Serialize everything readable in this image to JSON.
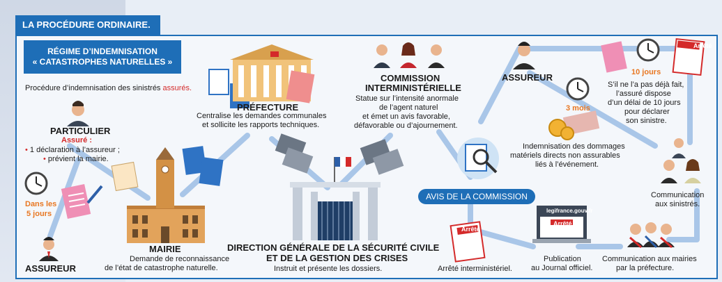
{
  "header": {
    "title": "LA PROCÉDURE ORDINAIRE."
  },
  "regime": {
    "line1": "RÉGIME D’INDEMNISATION",
    "line2": "« CATASTROPHES NATURELLES »"
  },
  "intro": {
    "text": "Procédure d’indemnisation des sinistrés",
    "highlight": "assurés."
  },
  "particulier": {
    "title": "PARTICULIER",
    "assure": "Assuré :",
    "item1": "1 déclaration à l’assureur ;",
    "item2": "prévient la mairie."
  },
  "delai1": {
    "line1": "Dans les",
    "line2": "5 jours"
  },
  "assureur_left": {
    "title": "ASSUREUR"
  },
  "mairie": {
    "title": "MAIRIE",
    "line1": "Demande de reconnaissance",
    "line2": "de l’état de catastrophe naturelle."
  },
  "prefecture": {
    "title": "PRÉFECTURE",
    "line1": "Centralise les demandes communales",
    "line2": "et sollicite les rapports techniques."
  },
  "direction": {
    "line1": "DIRECTION GÉNÉRALE DE LA SÉCURITÉ CIVILE",
    "line2": "ET DE LA GESTION DES CRISES",
    "line3": "Instruit et présente les dossiers."
  },
  "commission": {
    "title1": "COMMISSION",
    "title2": "INTERMINISTÉRIELLE",
    "line1": "Statue sur l’intensité anormale",
    "line2": "de l’agent naturel",
    "line3": "et émet un avis favorable,",
    "line4": "défavorable ou d’ajournement."
  },
  "avis": {
    "label": "AVIS DE LA COMMISSION"
  },
  "arrete_inter": {
    "label": "Arrêté interministériel."
  },
  "arrete_tag": "Arrêté",
  "publication": {
    "line1": "Publication",
    "line2": "au Journal officiel.",
    "site": "legifrance.gouv.fr",
    "doc": "Arrêté"
  },
  "comm_mairies": {
    "line1": "Communication aux mairies",
    "line2": "par la préfecture."
  },
  "comm_sinistres": {
    "line1": "Communication",
    "line2": "aux sinistrés."
  },
  "assureur_right": {
    "title": "ASSUREUR"
  },
  "delai2": {
    "label": "3 mois"
  },
  "indemnisation": {
    "line1": "Indemnisation des dommages",
    "line2": "matériels directs non assurables",
    "line3": "liés à l’événement."
  },
  "delai3": {
    "label": "10 jours"
  },
  "si_pas_fait": {
    "line1": "S’il ne l’a pas déjà fait,",
    "line2": "l’assuré dispose",
    "line3": "d’un délai de 10 jours",
    "line4": "pour déclarer",
    "line5": "son sinistre."
  },
  "colors": {
    "blue": "#1e6eb7",
    "arrow": "#a9c6e8",
    "red": "#d42a2a",
    "orange": "#e87722"
  }
}
